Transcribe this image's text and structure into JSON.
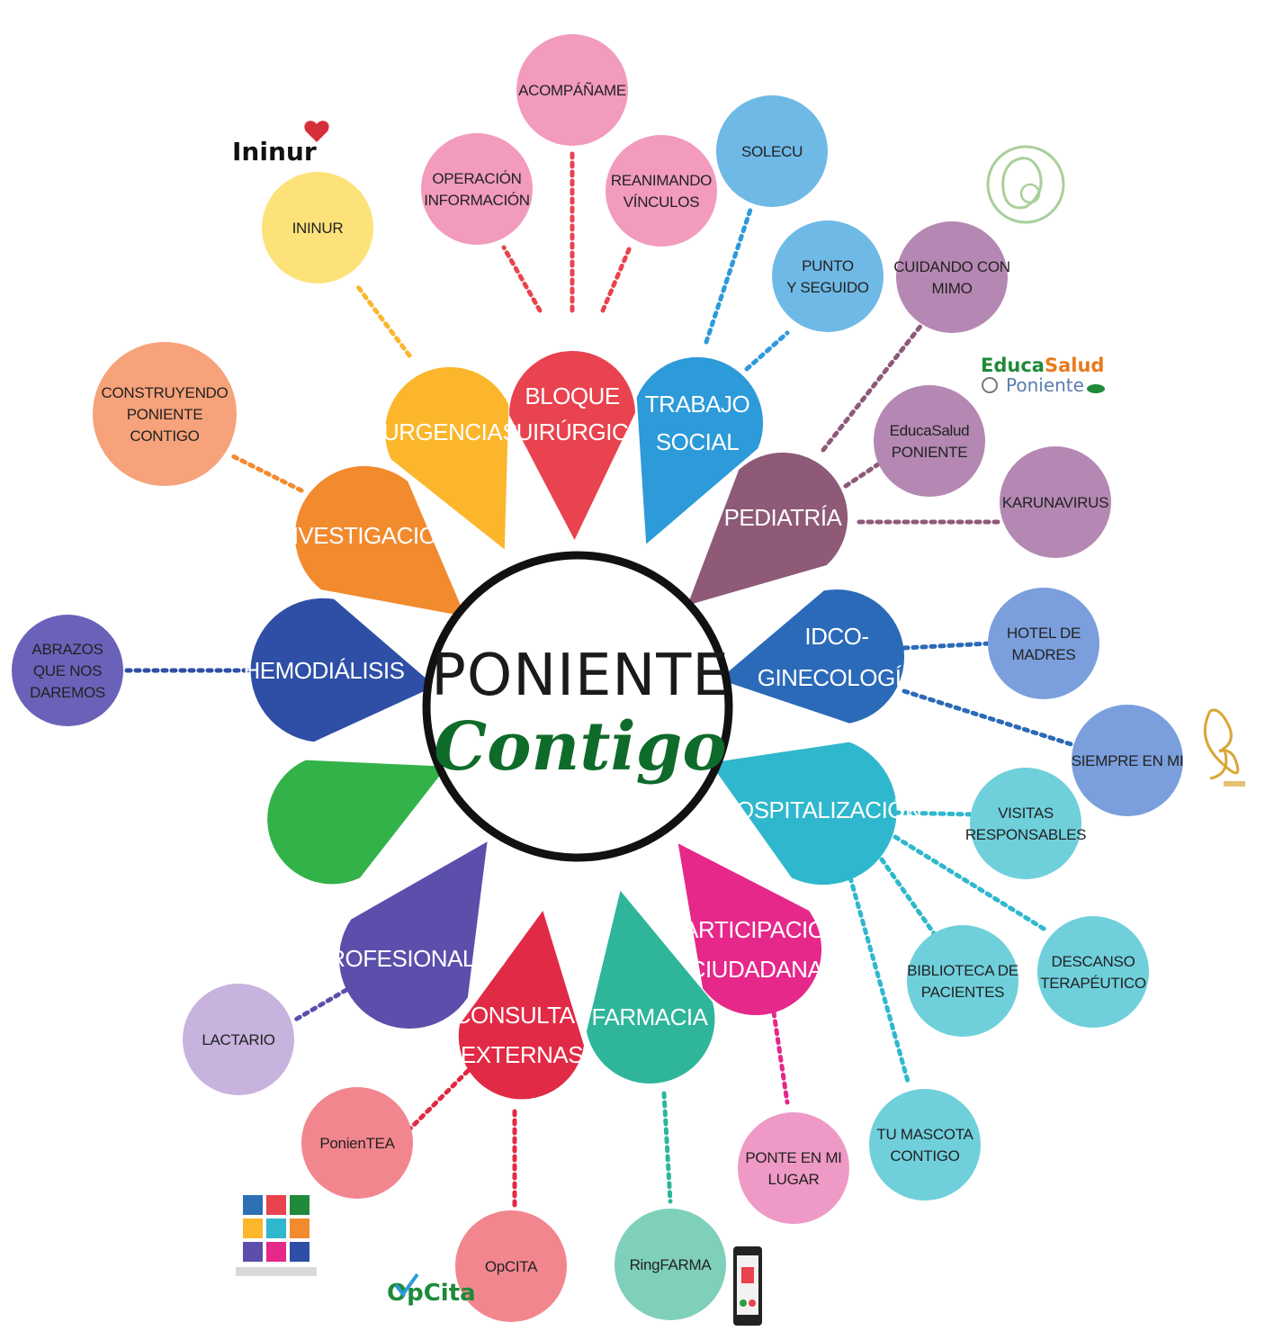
{
  "hub": {
    "title": "PONIENTE",
    "subtitle": "Contigo"
  },
  "petals": {
    "bloque": {
      "lines": [
        "BLOQUE",
        "QUIRÚRGICO"
      ],
      "color": "#e8434f"
    },
    "trabajo": {
      "lines": [
        "TRABAJO",
        "SOCIAL"
      ],
      "color": "#2d9ad9"
    },
    "pediatria": {
      "lines": [
        "PEDIATRÍA"
      ],
      "color": "#8e5a78"
    },
    "idco": {
      "lines": [
        "IDCO-",
        "GINECOLOGÍA"
      ],
      "color": "#2b6ab8"
    },
    "hospitalizacion": {
      "lines": [
        "HOSPITALIZACIÓN"
      ],
      "color": "#2fb8cd"
    },
    "participacion": {
      "lines": [
        "PARTICIPACIÓN",
        "CIUDADANA"
      ],
      "color": "#e5288a"
    },
    "farmacia": {
      "lines": [
        "FARMACIA"
      ],
      "color": "#2fb59a"
    },
    "consultas": {
      "lines": [
        "CONSULTAS",
        "EXTERNAS"
      ],
      "color": "#e12a45"
    },
    "profesionales": {
      "lines": [
        "PROFESIONALES"
      ],
      "color": "#5b4fab"
    },
    "green": {
      "lines": [],
      "color": "#33b24a"
    },
    "hemodialisis": {
      "lines": [
        "HEMODIÁLISIS"
      ],
      "color": "#2f4fa6"
    },
    "investigacion": {
      "lines": [
        "INVESTIGACIÓN"
      ],
      "color": "#f28a2e"
    },
    "urgencias": {
      "lines": [
        "URGENCIAS"
      ],
      "color": "#fbb62b"
    }
  },
  "nodes": {
    "acompaname": {
      "lines": [
        "ACOMPÁÑAME"
      ],
      "color": "#f29bbd"
    },
    "operacion": {
      "lines": [
        "OPERACIÓN",
        "INFORMACIÓN"
      ],
      "color": "#f29bbd"
    },
    "reanimando": {
      "lines": [
        "REANIMANDO",
        "VÍNCULOS"
      ],
      "color": "#f29bbd"
    },
    "solecu": {
      "lines": [
        "SOLECU"
      ],
      "color": "#6fb9e6"
    },
    "punto": {
      "lines": [
        "PUNTO",
        "Y SEGUIDO"
      ],
      "color": "#6fb9e6"
    },
    "cuidando": {
      "lines": [
        "CUIDANDO CON",
        "MIMO"
      ],
      "color": "#b488b2"
    },
    "educasalud": {
      "lines": [
        "EducaSalud",
        "PONIENTE"
      ],
      "color": "#b488b2"
    },
    "karunavirus": {
      "lines": [
        "KARUNAVIRUS"
      ],
      "color": "#b488b2"
    },
    "hotel": {
      "lines": [
        "HOTEL DE",
        "MADRES"
      ],
      "color": "#7a9fdc"
    },
    "siempre": {
      "lines": [
        "SIEMPRE EN MI"
      ],
      "color": "#7a9fdc"
    },
    "visitas": {
      "lines": [
        "VISITAS",
        "RESPONSABLES"
      ],
      "color": "#6fd0dc"
    },
    "descanso": {
      "lines": [
        "DESCANSO",
        "TERAPÉUTICO"
      ],
      "color": "#6fd0dc"
    },
    "biblioteca": {
      "lines": [
        "BIBLIOTECA DE",
        "PACIENTES"
      ],
      "color": "#6fd0dc"
    },
    "mascota": {
      "lines": [
        "TU MASCOTA",
        "CONTIGO"
      ],
      "color": "#6fd0dc"
    },
    "ponte": {
      "lines": [
        "PONTE EN MI",
        "LUGAR"
      ],
      "color": "#ef9ac6"
    },
    "ringfarma": {
      "lines": [
        "RingFARMA"
      ],
      "color": "#7fd0bb"
    },
    "opcita": {
      "lines": [
        "OpCITA"
      ],
      "color": "#f2868f"
    },
    "ponientea": {
      "lines": [
        "PonienTEA"
      ],
      "color": "#f2868f"
    },
    "lactario": {
      "lines": [
        "LACTARIO"
      ],
      "color": "#c7b3dd"
    },
    "abrazos": {
      "lines": [
        "ABRAZOS",
        "QUE NOS",
        "DAREMOS"
      ],
      "color": "#6a62b9"
    },
    "construyendo": {
      "lines": [
        "CONSTRUYENDO",
        "PONIENTE",
        "CONTIGO"
      ],
      "color": "#f6a27a"
    },
    "ininur": {
      "lines": [
        "ININUR"
      ],
      "color": "#fde27a"
    }
  },
  "logos": {
    "ininur": "Ininur",
    "educa_part1": "Educa",
    "educa_part2": "Salud",
    "educa_line2": "Poniente",
    "opcita": "OpCita"
  }
}
